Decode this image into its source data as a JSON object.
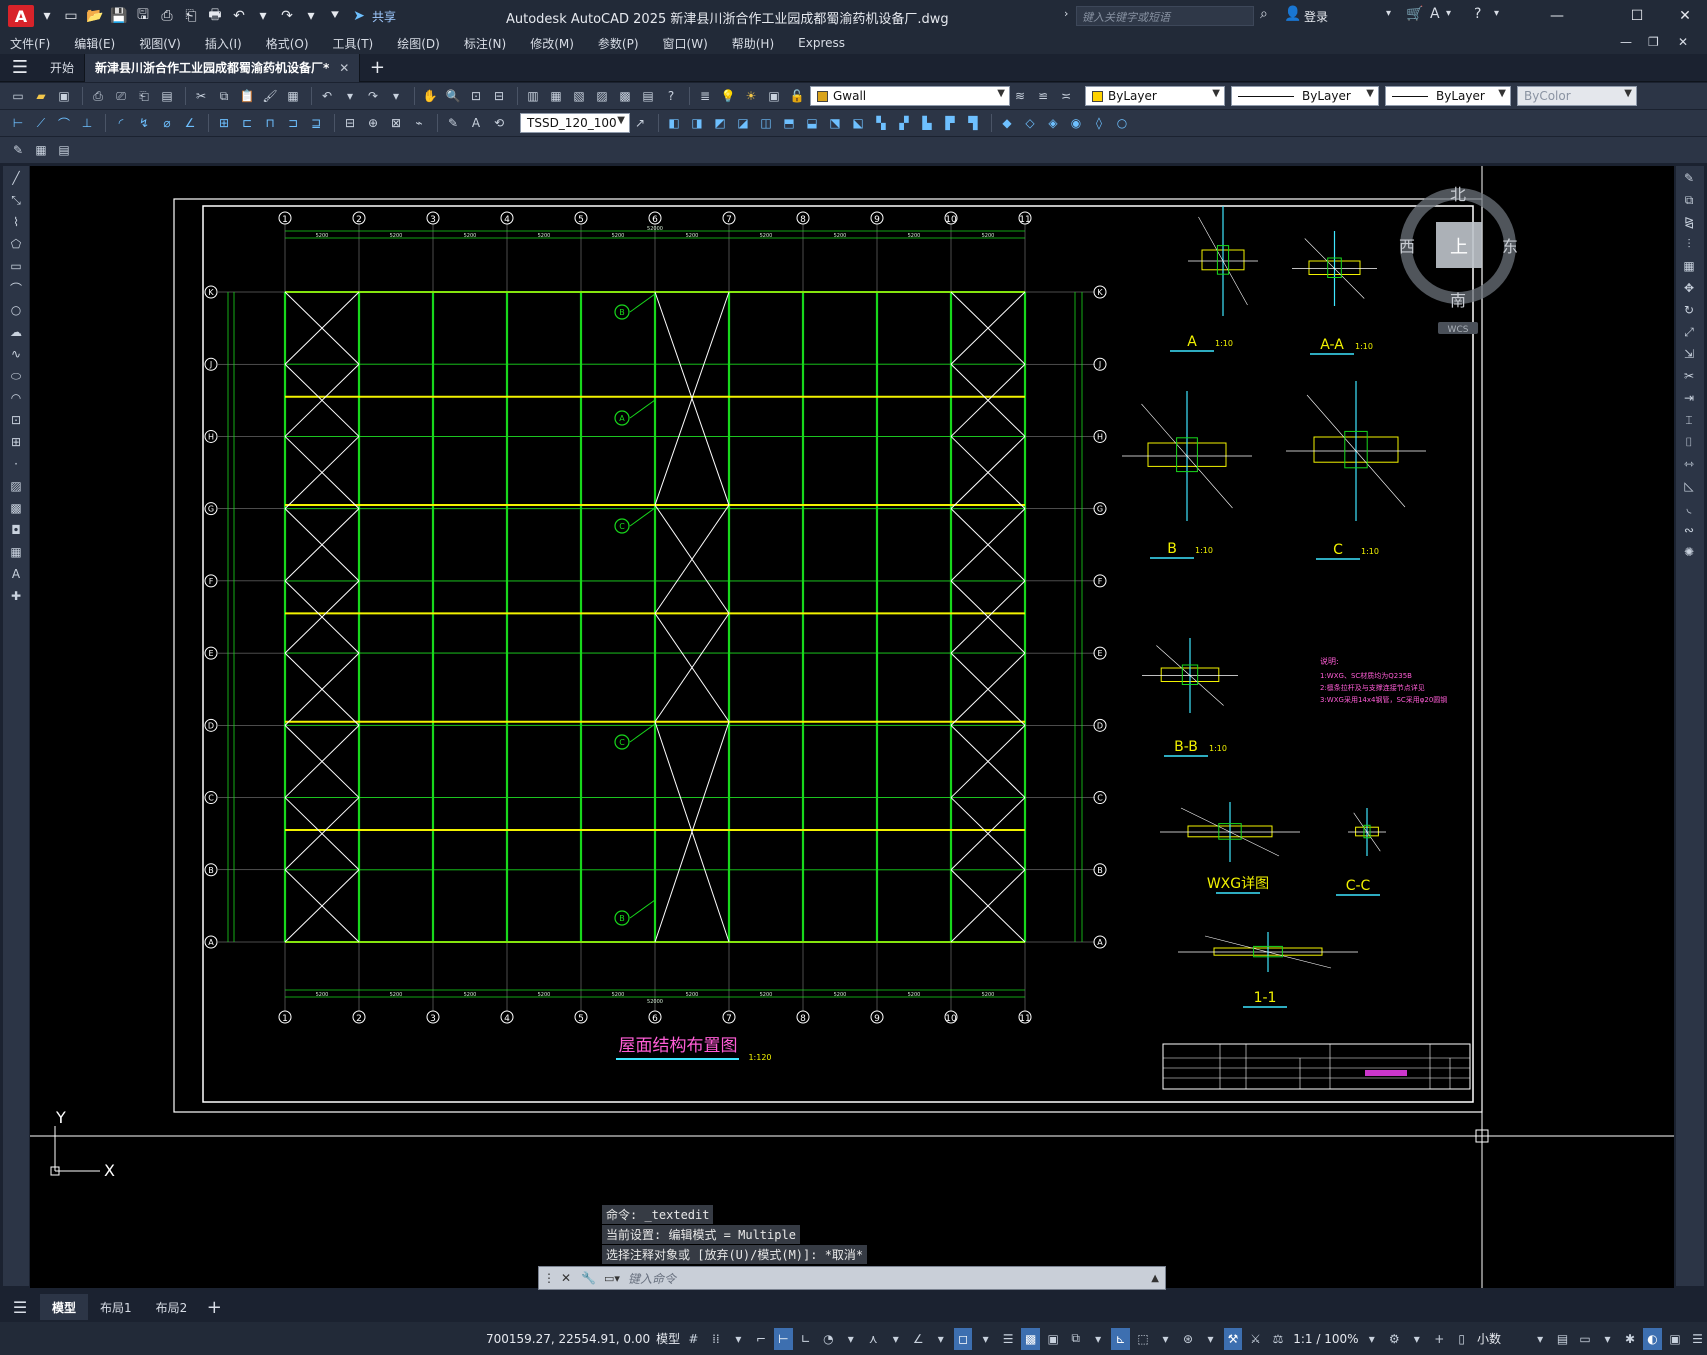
{
  "app": {
    "logo_letter": "A",
    "title": "Autodesk AutoCAD 2025    新津县川浙合作工业园成都蜀渝药机设备厂.dwg",
    "share_label": "共享",
    "search_placeholder": "键入关键字或短语",
    "login_label": "登录",
    "win_min": "—",
    "win_max": "☐",
    "win_close": "✕"
  },
  "menu": [
    "文件(F)",
    "编辑(E)",
    "视图(V)",
    "插入(I)",
    "格式(O)",
    "工具(T)",
    "绘图(D)",
    "标注(N)",
    "修改(M)",
    "参数(P)",
    "窗口(W)",
    "帮助(H)",
    "Express"
  ],
  "tabs": {
    "start": "开始",
    "active": "新津县川浙合作工业园成都蜀渝药机设备厂*",
    "close": "✕",
    "new": "+"
  },
  "props": {
    "layer": "Gwall",
    "color": "ByLayer",
    "linetype": "ByLayer",
    "lineweight": "ByLayer",
    "plotstyle": "ByColor",
    "dimstyle": "TSSD_120_100",
    "layer_color": "#d8a31c",
    "color_swatch": "#ffd200"
  },
  "viewcube": {
    "north": "北",
    "south": "南",
    "east": "东",
    "west": "西",
    "top": "上",
    "wcs": "WCS"
  },
  "drawing": {
    "grid_cols": [
      "1",
      "2",
      "3",
      "4",
      "5",
      "6",
      "7",
      "8",
      "9",
      "10",
      "11"
    ],
    "grid_rows": [
      "K",
      "J",
      "H",
      "G",
      "F",
      "E",
      "D",
      "C",
      "B",
      "A"
    ],
    "bay_dims": [
      "5200",
      "5200",
      "5200",
      "5200",
      "5200",
      "5200",
      "5200",
      "5200",
      "5200",
      "5200"
    ],
    "total_dim": "52000",
    "main_title": "屋面结构布置图",
    "main_scale": "1:120",
    "details": [
      {
        "label": "A",
        "scale": "1:10"
      },
      {
        "label": "A-A",
        "scale": "1:10"
      },
      {
        "label": "B",
        "scale": "1:10"
      },
      {
        "label": "C",
        "scale": "1:10"
      },
      {
        "label": "B-B",
        "scale": "1:10"
      },
      {
        "label": "WXG详图",
        "scale": ""
      },
      {
        "label": "C-C",
        "scale": ""
      },
      {
        "label": "1-1",
        "scale": ""
      }
    ],
    "notes_title": "说明:",
    "notes": [
      "1:WXG、SC材质均为Q235B",
      "2:檩条拉杆及与支撑连接节点详见",
      "3:WXG采用14x4钢管，SC采用φ20圆钢"
    ],
    "callouts": [
      "B",
      "A",
      "C",
      "C",
      "B"
    ],
    "ucs_x": "X",
    "ucs_y": "Y"
  },
  "command": {
    "history": [
      "命令: _textedit",
      "当前设置: 编辑模式 = Multiple",
      "选择注释对象或 [放弃(U)/模式(M)]: *取消*"
    ],
    "prompt": "键入命令"
  },
  "layouts": [
    "模型",
    "布局1",
    "布局2"
  ],
  "status": {
    "coords": "700159.27, 22554.91, 0.00",
    "model": "模型",
    "scale": "1:1 / 100%",
    "units": "小数"
  }
}
